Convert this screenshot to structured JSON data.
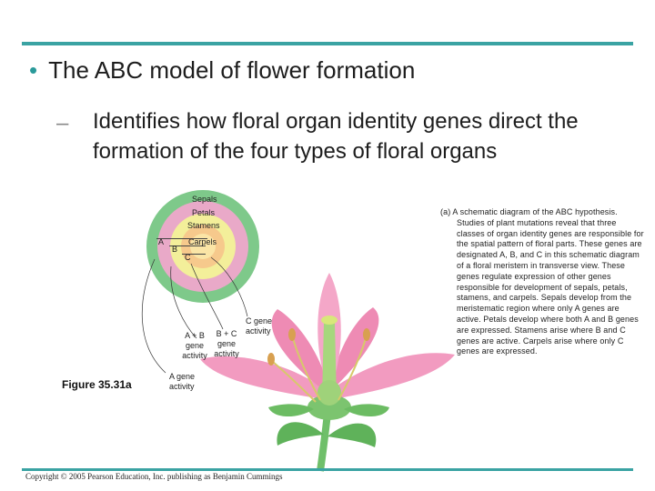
{
  "slide": {
    "bullet": "The ABC model of flower formation",
    "sub_bullet": "Identifies how floral organ identity genes direct the formation of the four types of floral organs"
  },
  "diagram": {
    "ring_labels": {
      "sepals": "Sepals",
      "petals": "Petals",
      "stamens": "Stamens",
      "carpels": "Carpels"
    },
    "gene_letters": {
      "a": "A",
      "b": "B",
      "c": "C"
    },
    "activity_labels": {
      "c_gene": "C gene activity",
      "bc_gene": "B + C gene activity",
      "ab_gene": "A + B gene activity",
      "a_gene": "A gene activity"
    },
    "figure_label": "Figure 35.31a",
    "caption": "(a) A schematic diagram of the ABC hypothesis. Studies of plant mutations reveal that three classes of organ identity genes are responsible for the spatial pattern of floral parts. These genes are designated A, B, and C in this schematic diagram of a floral meristem in transverse view. These genes regulate expression of other genes responsible for development of sepals, petals, stamens, and carpels. Sepals develop from the meristematic region where only A genes are active. Petals develop where both A and B genes are expressed. Stamens arise where B and C genes are active. Carpels arise where only C genes are expressed.",
    "colors": {
      "sepal_ring": "#7ec98a",
      "petal_ring": "#e9a9c8",
      "stamen_ring": "#f3ef9a",
      "carpel_ring": "#f6c98c",
      "flower_petal": "#f29bc0",
      "stem": "#6fbf6a"
    }
  },
  "footer": {
    "copyright": "Copyright © 2005 Pearson Education, Inc. publishing as Benjamin Cummings"
  }
}
